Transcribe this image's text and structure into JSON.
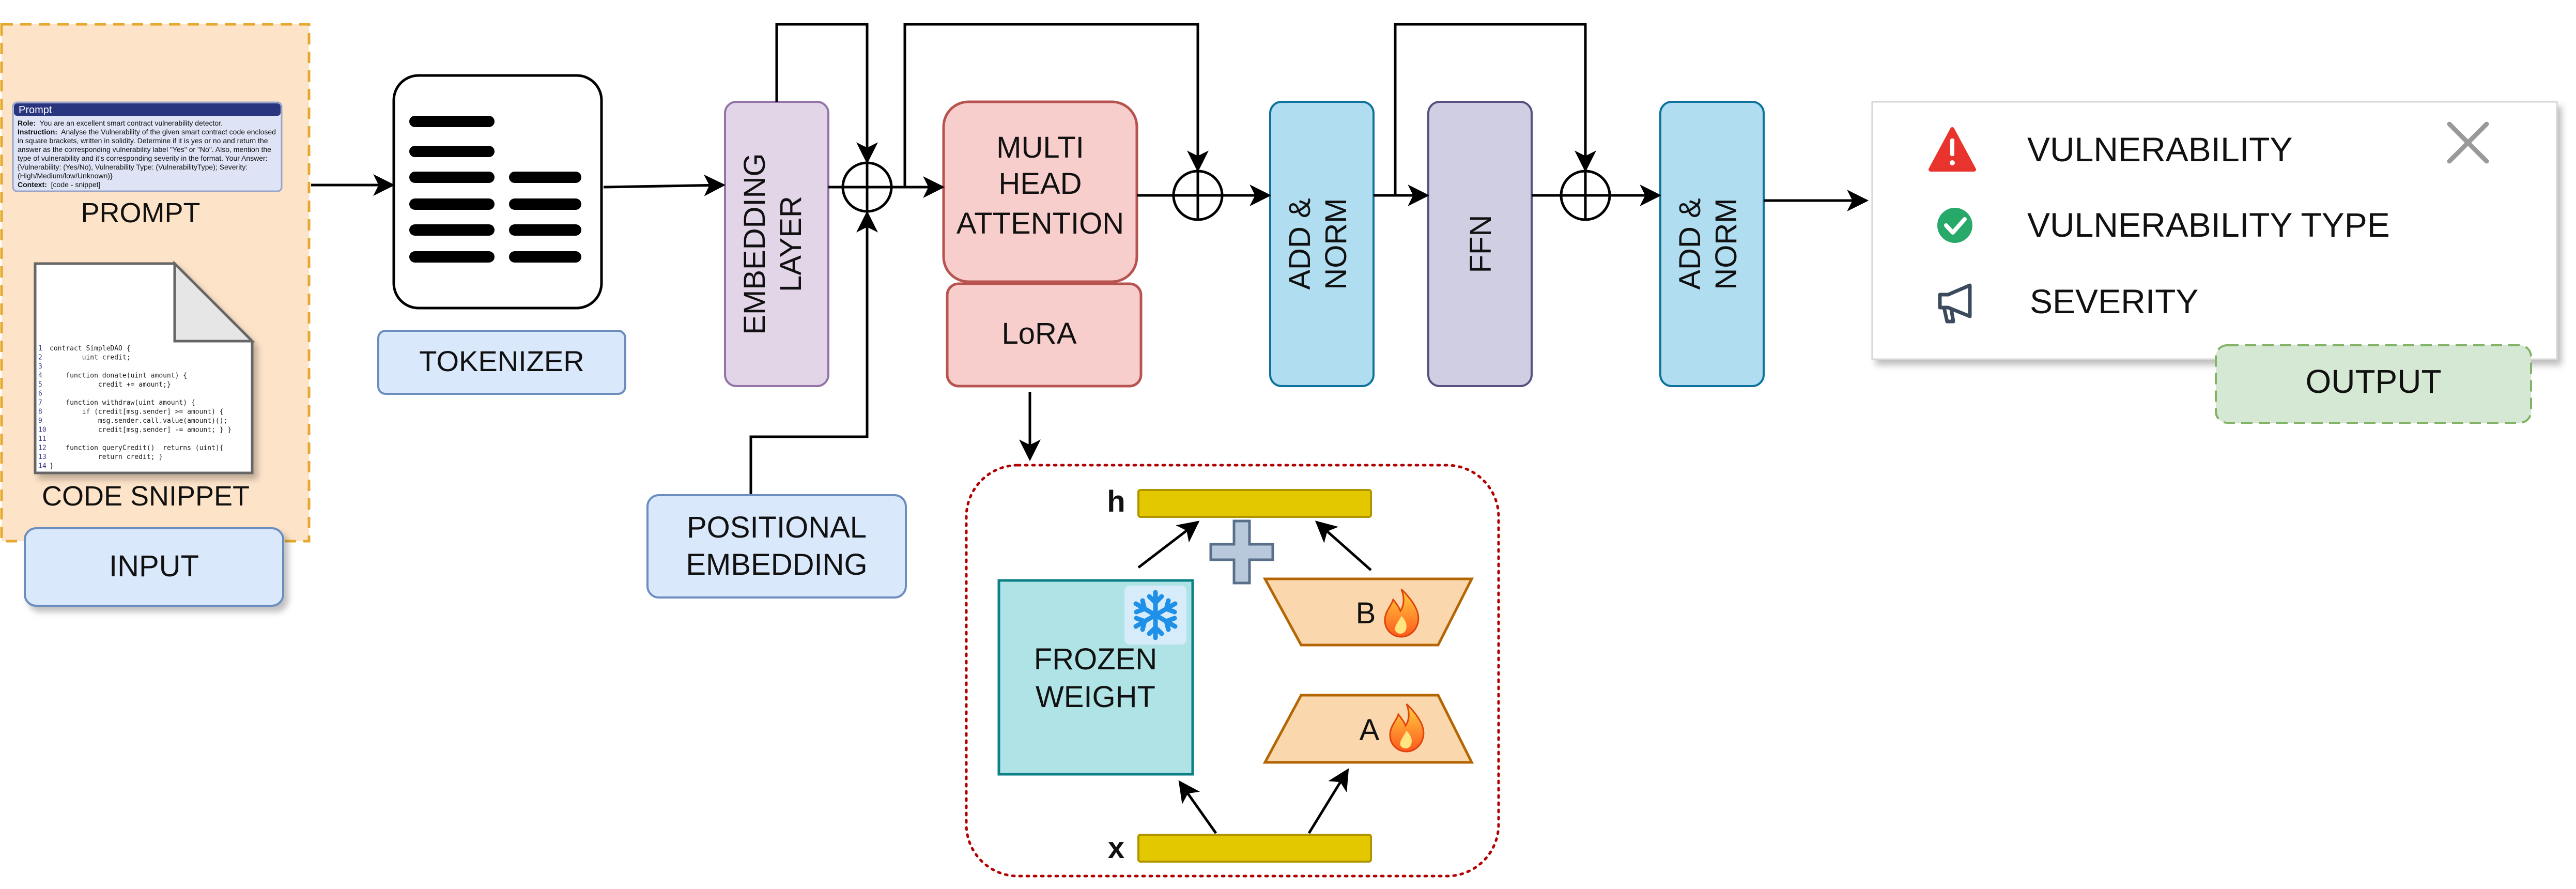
{
  "input": {
    "prompt_box": {
      "header": "Prompt",
      "role_key": "Role:",
      "role_text": "You are an excellent smart contract vulnerability detector.",
      "instruction_key": "Instruction:",
      "instruction_lines": [
        "Analyse the Vulnerability of the given smart contract code enclosed",
        "in square brackets, written in solidity. Determine if it is yes or no and return the",
        "answer as the corresponding vulnerability label \"Yes\" or \"No\". Also, mention the",
        "type of vulnerability and it's corresponding severity in the format.  Your Answer:",
        "{Vulnerability: (Yes/No), Vulnerability Type: (VulnerabilityType); Severity:",
        "(High/Medium/low/Unknown)}"
      ],
      "context_key": "Context:",
      "context_text": "[code - snippet]"
    },
    "prompt_label": "PROMPT",
    "code_lines": [
      {
        "n": "1",
        "t": "contract SimpleDAO {"
      },
      {
        "n": "2",
        "t": "        uint credit;"
      },
      {
        "n": "3",
        "t": ""
      },
      {
        "n": "4",
        "t": "    function donate(uint amount) {"
      },
      {
        "n": "5",
        "t": "            credit += amount;}"
      },
      {
        "n": "6",
        "t": ""
      },
      {
        "n": "7",
        "t": "    function withdraw(uint amount) {"
      },
      {
        "n": "8",
        "t": "        if (credit[msg.sender] >= amount) {"
      },
      {
        "n": "9",
        "t": "            msg.sender.call.value(amount)();"
      },
      {
        "n": "10",
        "t": "            credit[msg.sender] -= amount; } }"
      },
      {
        "n": "11",
        "t": ""
      },
      {
        "n": "12",
        "t": "    function queryCredit()  returns (uint){"
      },
      {
        "n": "13",
        "t": "            return credit; }"
      },
      {
        "n": "14",
        "t": "}"
      }
    ],
    "code_label": "CODE SNIPPET",
    "input_label": "INPUT"
  },
  "tokenizer": {
    "label": "TOKENIZER"
  },
  "embedding": {
    "line1": "EMBEDDING",
    "line2": "LAYER"
  },
  "positional": {
    "line1": "POSITIONAL",
    "line2": "EMBEDDING"
  },
  "mha": {
    "line1": "MULTI",
    "line2": "HEAD",
    "line3": "ATTENTION"
  },
  "lora": {
    "label": "LoRA",
    "h_label": "h",
    "x_label": "x",
    "frozen_line1": "FROZEN",
    "frozen_line2": "WEIGHT",
    "b_label": "B",
    "a_label": "A"
  },
  "add_norm_1": {
    "line1": "ADD &",
    "line2": "NORM"
  },
  "ffn": {
    "label": "FFN"
  },
  "add_norm_2": {
    "line1": "ADD &",
    "line2": "NORM"
  },
  "output": {
    "items": [
      "VULNERABILITY",
      "VULNERABILITY TYPE",
      "SEVERITY"
    ],
    "label": "OUTPUT"
  },
  "colors": {
    "input_bg": "#fde3c8",
    "input_border": "#e5a92e",
    "blue_label": "#dae8fc",
    "blue_label_border": "#6c8ebf",
    "embedding": "#e1d5e7",
    "embedding_border": "#9673a6",
    "red_block": "#f8cecc",
    "red_block_border": "#b85450",
    "cyan_block": "#b1ddf0",
    "cyan_block_border": "#10739e",
    "ffn": "#d0cee2",
    "ffn_border": "#56517e",
    "frozen": "#b0e3e6",
    "frozen_border": "#0e8088",
    "trapezoid": "#fad7ac",
    "trapezoid_border": "#b46504",
    "yellow_bar": "#e3c800",
    "yellow_bar_border": "#b09500",
    "output_label": "#d5e8d4",
    "output_label_border": "#82b366",
    "dotted_border": "#b20000"
  },
  "icons": {
    "warning": "warning-triangle-icon",
    "check": "check-circle-icon",
    "severity": "megaphone-icon",
    "close": "close-icon",
    "snowflake": "snowflake-icon",
    "fire": "fire-icon",
    "plus": "plus-icon"
  }
}
